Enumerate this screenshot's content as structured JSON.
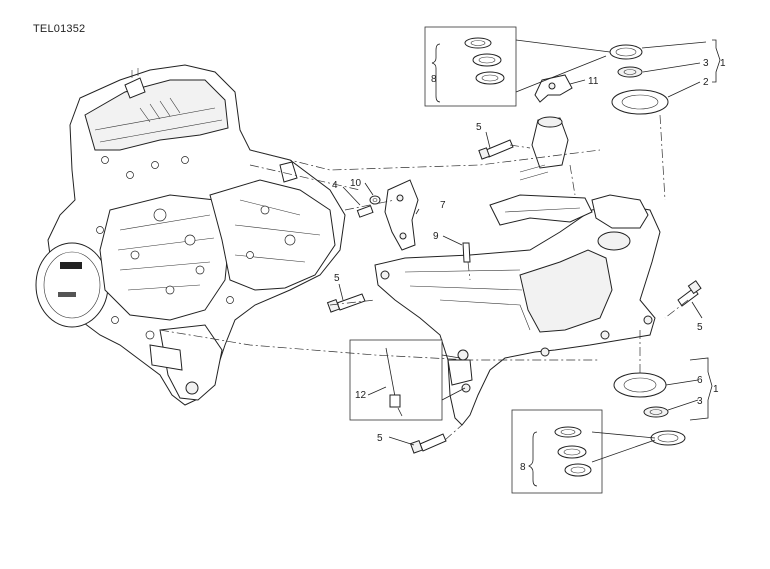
{
  "drawing_code": "TEL01352",
  "callouts": {
    "c1a": "1",
    "c1b": "1",
    "c2": "2",
    "c3a": "3",
    "c3b": "3",
    "c4": "4",
    "c5a": "5",
    "c5b": "5",
    "c5c": "5",
    "c5d": "5",
    "c6": "6",
    "c7": "7",
    "c8a": "8",
    "c8b": "8",
    "c9": "9",
    "c10": "10",
    "c11": "11",
    "c12": "12"
  }
}
